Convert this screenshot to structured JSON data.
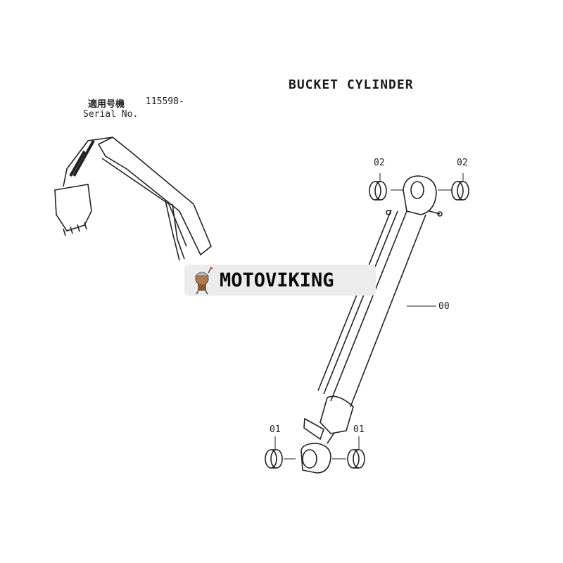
{
  "title": "BUCKET CYLINDER",
  "serial": {
    "label_jp": "適用号機",
    "number": "115598-",
    "label_en": "Serial No."
  },
  "parts": [
    {
      "ref": "02"
    },
    {
      "ref": "02"
    },
    {
      "ref": "00"
    },
    {
      "ref": "01"
    },
    {
      "ref": "01"
    }
  ],
  "watermark": {
    "text": "MOTOVIKING",
    "mascot": "viking-mascot"
  }
}
